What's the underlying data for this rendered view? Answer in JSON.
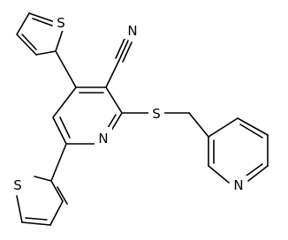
{
  "molecule": {
    "atoms": {
      "s_thienyl_top": "S",
      "n_nitrile": "N",
      "n_pyridine_core": "N",
      "s_thioether": "S",
      "n_pyridyl": "N",
      "s_thienyl_bottom": "S"
    }
  }
}
